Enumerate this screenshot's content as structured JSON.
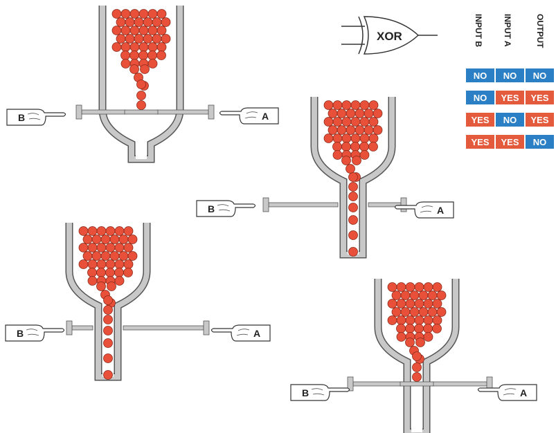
{
  "gate": {
    "label": "XOR"
  },
  "truth_table": {
    "headers": [
      "INPUT B",
      "INPUT A",
      "OUTPUT"
    ],
    "rows": [
      [
        "NO",
        "NO",
        "NO"
      ],
      [
        "NO",
        "YES",
        "YES"
      ],
      [
        "YES",
        "NO",
        "YES"
      ],
      [
        "YES",
        "YES",
        "NO"
      ]
    ]
  },
  "hands": {
    "a_label": "A",
    "b_label": "B"
  },
  "colors": {
    "no": "#2b7fc5",
    "yes": "#e35b3c",
    "ball": "#e8503a",
    "pipe": "#c8c8c8",
    "outline": "#555555"
  },
  "scenarios": [
    {
      "input_b": "NO",
      "input_a": "NO",
      "output": "NO"
    },
    {
      "input_b": "NO",
      "input_a": "YES",
      "output": "YES"
    },
    {
      "input_b": "YES",
      "input_a": "NO",
      "output": "YES"
    },
    {
      "input_b": "YES",
      "input_a": "YES",
      "output": "NO"
    }
  ]
}
